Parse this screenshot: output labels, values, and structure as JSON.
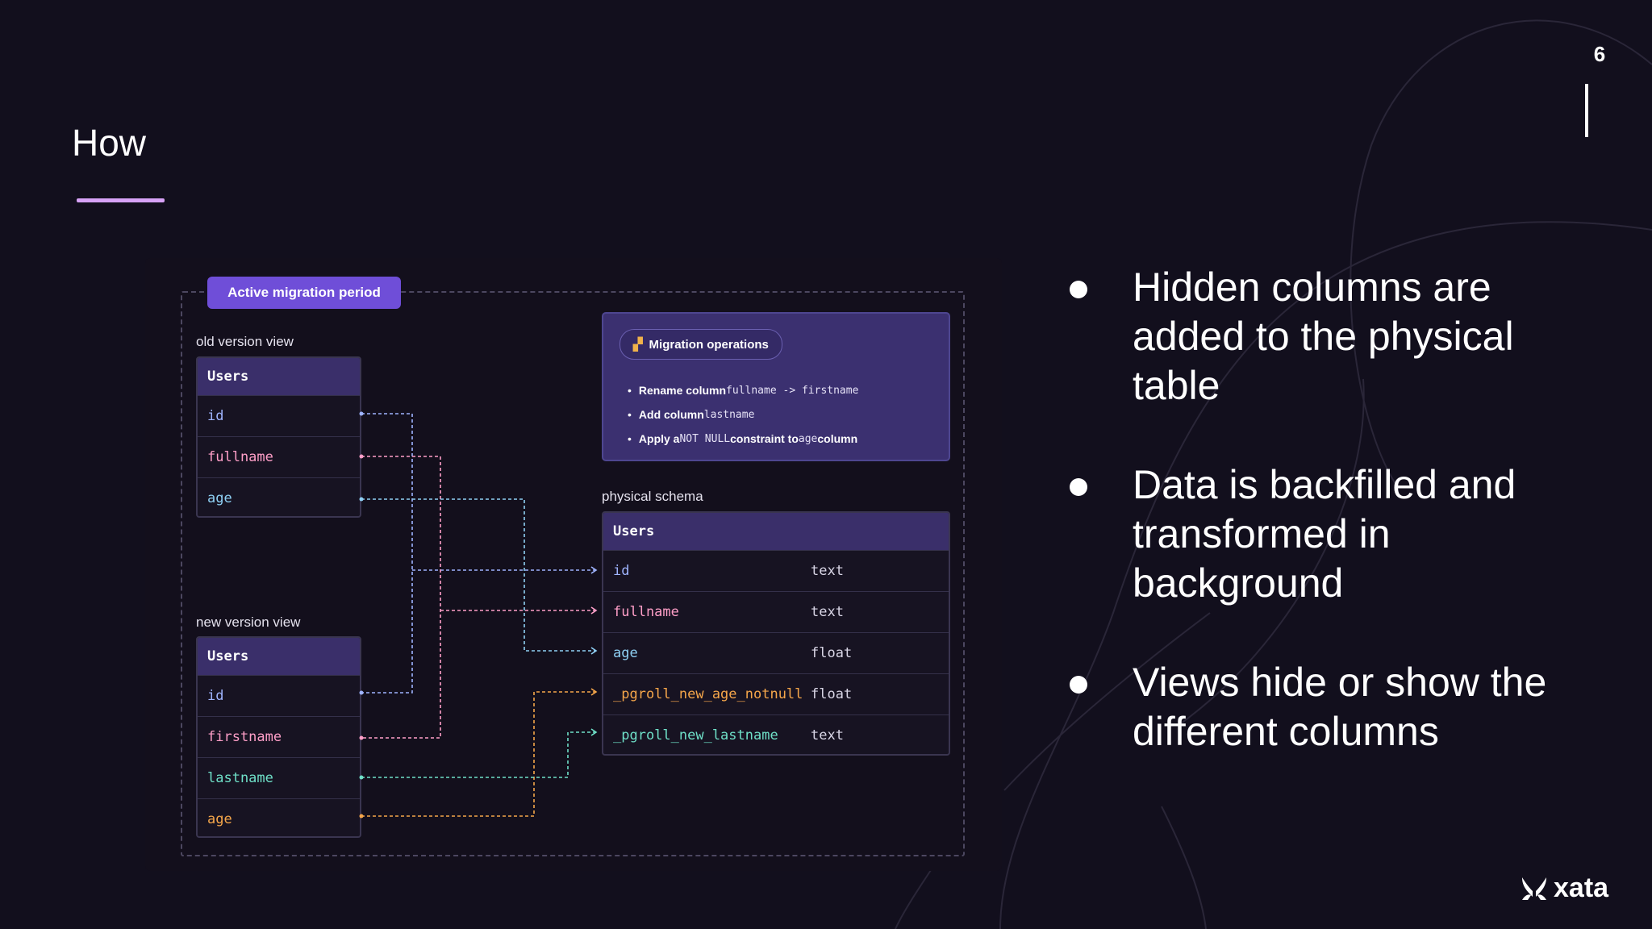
{
  "slide": {
    "title": "How",
    "page_number": "6",
    "accent_color": "#d7a2f6"
  },
  "diagram": {
    "period_badge": "Active migration period",
    "old_view": {
      "label": "old version view",
      "table_name": "Users",
      "columns": [
        {
          "name": "id",
          "color": "#9fb4ff"
        },
        {
          "name": "fullname",
          "color": "#ff9fc8"
        },
        {
          "name": "age",
          "color": "#8fd0f4"
        }
      ]
    },
    "new_view": {
      "label": "new version view",
      "table_name": "Users",
      "columns": [
        {
          "name": "id",
          "color": "#9fb4ff"
        },
        {
          "name": "firstname",
          "color": "#ff9fc8"
        },
        {
          "name": "lastname",
          "color": "#6fe0c8"
        },
        {
          "name": "age",
          "color": "#f5a64a"
        }
      ]
    },
    "operations": {
      "title": "Migration operations",
      "icon": "barrier-icon",
      "items": [
        {
          "pre": "Rename column",
          "code1": "fullname -> firstname",
          "mid": "",
          "code2": "",
          "post": ""
        },
        {
          "pre": "Add column",
          "code1": "lastname",
          "mid": "",
          "code2": "",
          "post": ""
        },
        {
          "pre": "Apply a",
          "code1": "NOT NULL",
          "mid": "constraint to",
          "code2": "age",
          "post": "column"
        }
      ]
    },
    "physical": {
      "label": "physical schema",
      "table_name": "Users",
      "columns": [
        {
          "name": "id",
          "type": "text",
          "color": "#9fb4ff"
        },
        {
          "name": "fullname",
          "type": "text",
          "color": "#ff9fc8"
        },
        {
          "name": "age",
          "type": "float",
          "color": "#8fd0f4"
        },
        {
          "name": "_pgroll_new_age_notnull",
          "type": "float",
          "color": "#f5a64a"
        },
        {
          "name": "_pgroll_new_lastname",
          "type": "text",
          "color": "#6fe0c8"
        }
      ]
    }
  },
  "bullets": [
    "Hidden columns are added to the physical table",
    "Data is backfilled and transformed in background",
    "Views hide or show the different columns"
  ],
  "brand": {
    "name": "xata",
    "icon": "xata-logo-icon"
  }
}
